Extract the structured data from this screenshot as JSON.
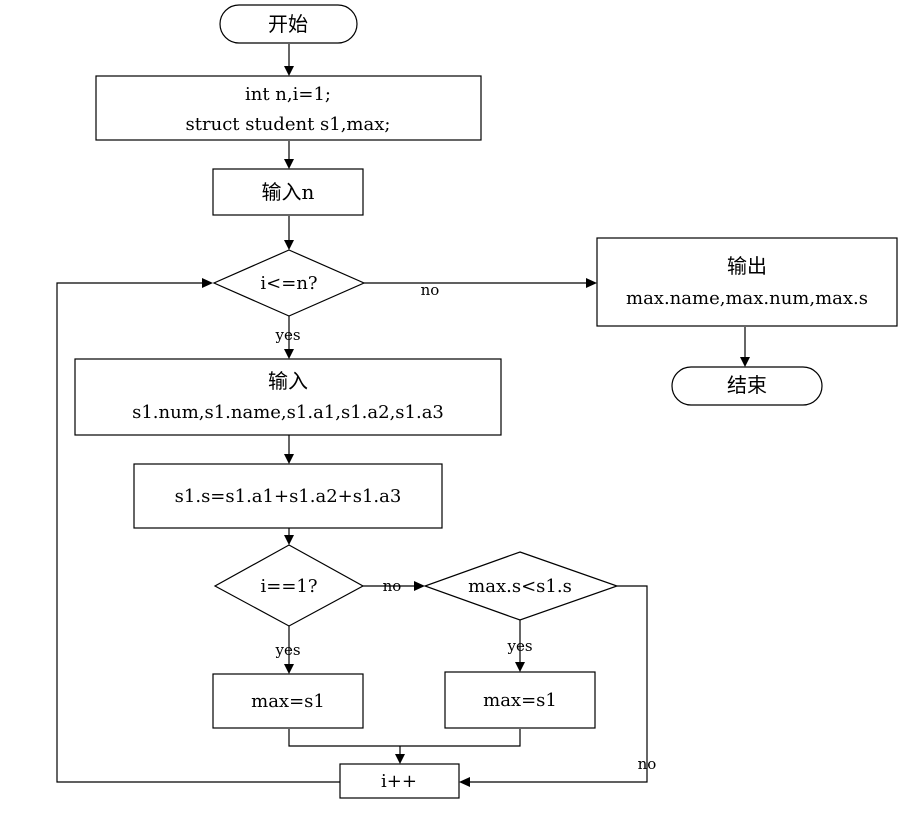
{
  "nodes": {
    "start": "开始",
    "declare_line1": "int n,i=1;",
    "declare_line2": "struct student s1,max;",
    "input_n": "输入n",
    "loop_cond": "i<=n?",
    "output_title": "输出",
    "output_vars": "max.name,max.num,max.s",
    "end": "结束",
    "input_title": "输入",
    "input_vars": "s1.num,s1.name,s1.a1,s1.a2,s1.a3",
    "sum": "s1.s=s1.a1+s1.a2+s1.a3",
    "first_cond": "i==1?",
    "compare_cond": "max.s<s1.s",
    "assign_left": "max=s1",
    "assign_right": "max=s1",
    "increment": "i++"
  },
  "edges": {
    "loop_no": "no",
    "loop_yes": "yes",
    "first_no": "no",
    "first_yes": "yes",
    "compare_yes": "yes",
    "compare_no": "no"
  }
}
